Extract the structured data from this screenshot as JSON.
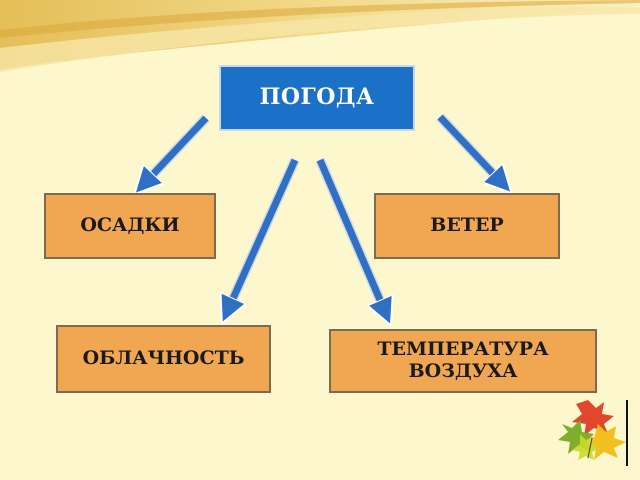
{
  "diagram": {
    "root": {
      "label": "ПОГОДА"
    },
    "children": [
      {
        "id": "osadki",
        "label": "ОСАДКИ"
      },
      {
        "id": "veter",
        "label": "ВЕТЕР"
      },
      {
        "id": "oblachnost",
        "label": "ОБЛАЧНОСТЬ"
      },
      {
        "id": "temperatura",
        "label": "ТЕМПЕРАТУРА ВОЗДУХА"
      }
    ],
    "edges": [
      {
        "from": "root",
        "to": "osadki"
      },
      {
        "from": "root",
        "to": "veter"
      },
      {
        "from": "root",
        "to": "oblachnost"
      },
      {
        "from": "root",
        "to": "temperatura"
      }
    ]
  },
  "colors": {
    "background": "#fcf7cc",
    "root_fill": "#1a71c7",
    "child_fill": "#f1a652",
    "arrow": "#2f6fc4",
    "arrow_outline": "#cfd8e6",
    "swoosh": "#e8c35a"
  },
  "decor": {
    "corner_image": "autumn-leaves-icon"
  }
}
